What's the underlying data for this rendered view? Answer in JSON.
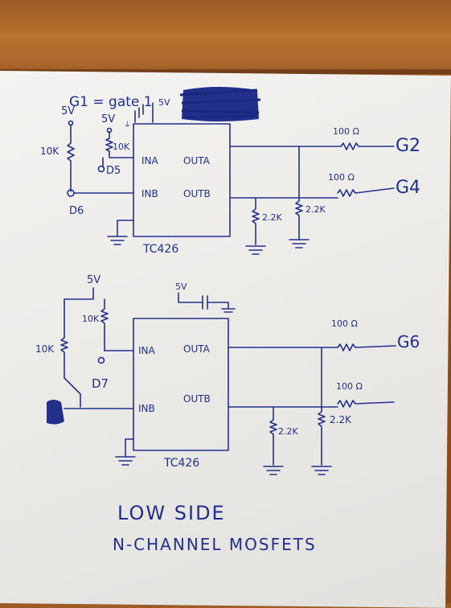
{
  "top_circuit": {
    "header_note": "G1 = gate 1",
    "supply_left": "5V",
    "supply_mid": "5V",
    "supply_chip": "5V",
    "res_left": "10K",
    "res_mid": "10K",
    "pin_d5": "D5",
    "pin_d6": "D6",
    "ina": "INA",
    "inb": "INB",
    "outa": "OUTA",
    "outb": "OUTB",
    "chip": "TC426",
    "res_top_out": "100 Ω",
    "res_bot_out": "100 Ω",
    "out_top": "G2",
    "out_bot": "G4",
    "pulldown_1": "2.2K",
    "pulldown_2": "2.2K"
  },
  "bottom_circuit": {
    "supply_res": "5V",
    "supply_chip": "5V",
    "res_left": "10K",
    "res_mid": "10K",
    "pin_d7": "D7",
    "ina": "INA",
    "inb": "INB",
    "outa": "OUTA",
    "outb": "OUTB",
    "chip": "TC426",
    "res_top_out": "100 Ω",
    "res_bot_out": "100 Ω",
    "out_top": "G6",
    "pulldown_1": "2.2K",
    "pulldown_2": "2.2K"
  },
  "caption": {
    "line1": "LOW SIDE",
    "line2": "N-CHANNEL MOSFETS"
  },
  "colors": {
    "ink": "#23308f",
    "paper": "#eeede9",
    "desk": "#a8652a"
  }
}
